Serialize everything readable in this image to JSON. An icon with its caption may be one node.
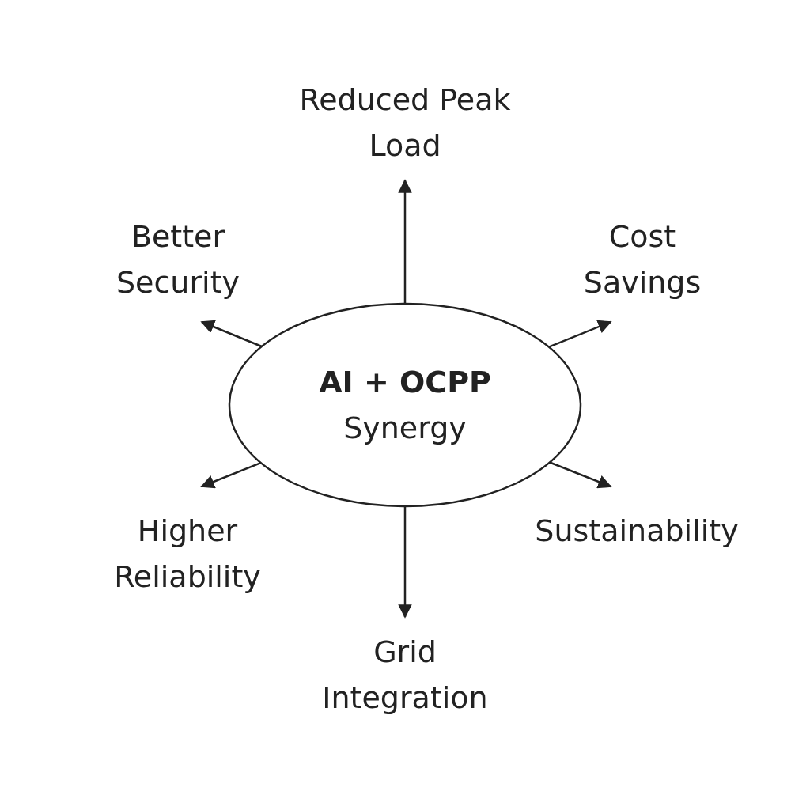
{
  "diagram": {
    "nodes": [
      {
        "text": [
          "AI + OCPP",
          "Synergy"
        ]
      },
      {
        "text": [
          "Reduced Peak Load"
        ]
      },
      {
        "text": [
          "Better Security"
        ]
      },
      {
        "text": [
          "Cost Savings"
        ]
      },
      {
        "text": [
          "Higher Reliability"
        ]
      },
      {
        "text": [
          "Sustainability"
        ]
      },
      {
        "text": [
          "Grid Integration"
        ]
      }
    ],
    "edges": [
      {
        "from": 0,
        "to": 1,
        "arrow": "to"
      },
      {
        "from": 0,
        "to": 2,
        "arrow": "to"
      },
      {
        "from": 0,
        "to": 3,
        "arrow": "to"
      },
      {
        "from": 0,
        "to": 4,
        "arrow": "to"
      },
      {
        "from": 0,
        "to": 5,
        "arrow": "to"
      },
      {
        "from": 0,
        "to": 6,
        "arrow": "to"
      }
    ]
  }
}
